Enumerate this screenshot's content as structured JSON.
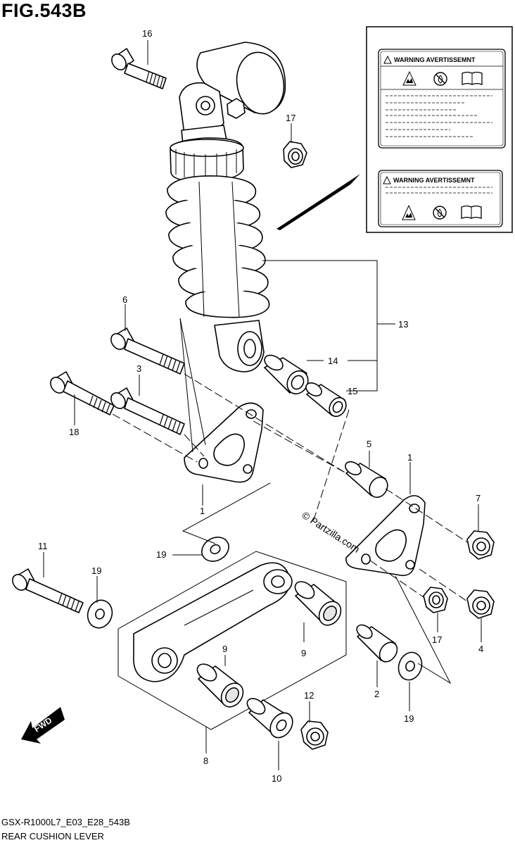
{
  "figure": {
    "title": "FIG.543B",
    "footer_code": "GSX-R1000L7_E03_E28_543B",
    "footer_name": "REAR CUSHION LEVER"
  },
  "labels": {
    "p1a": "1",
    "p1b": "1",
    "p2": "2",
    "p3": "3",
    "p4": "4",
    "p5": "5",
    "p6": "6",
    "p7": "7",
    "p8": "8",
    "p9a": "9",
    "p9b": "9",
    "p10": "10",
    "p11": "11",
    "p12": "12",
    "p13": "13",
    "p14": "14",
    "p15": "15",
    "p16": "16",
    "p17a": "17",
    "p17b": "17",
    "p18": "18",
    "p19a": "19",
    "p19b": "19",
    "p19c": "19"
  },
  "warning_labels": {
    "top_title": "WARNING AVERTISSEMNT",
    "bottom_title": "WARNING AVERTISSEMNT"
  },
  "watermark": "© Partzilla.com",
  "fwd_label": "FWD"
}
